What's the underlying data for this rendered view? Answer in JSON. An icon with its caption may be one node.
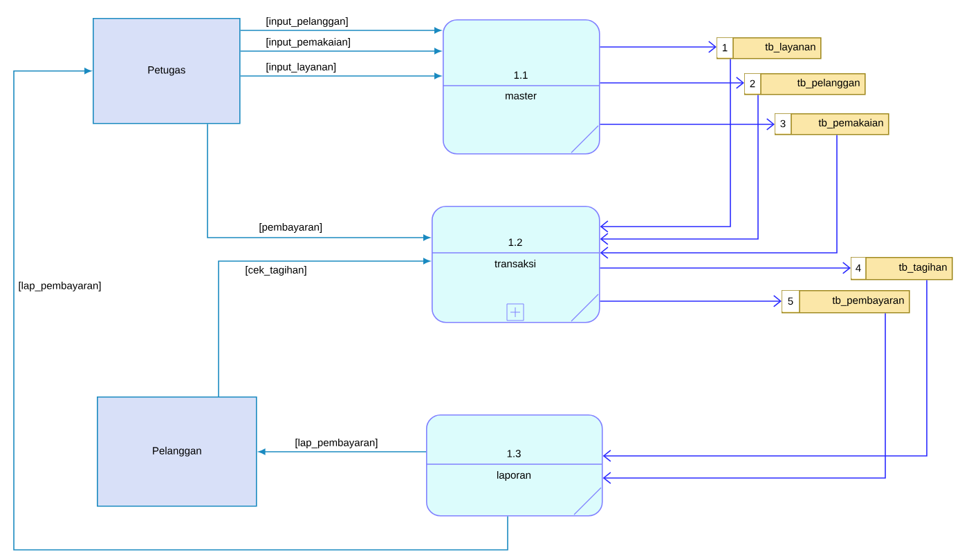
{
  "diagram": {
    "nodes": [
      {
        "text": [
          "Petugas"
        ]
      },
      {
        "text": [
          "1.1",
          "master"
        ]
      },
      {
        "text": [
          "1",
          "tb_layanan"
        ]
      },
      {
        "text": [
          "2",
          "tb_pelanggan"
        ]
      },
      {
        "text": [
          "3",
          "tb_pemakaian"
        ]
      },
      {
        "text": [
          "1.2",
          "transaksi"
        ]
      },
      {
        "text": [
          "4",
          "tb_tagihan"
        ]
      },
      {
        "text": [
          "5",
          "tb_pembayaran"
        ]
      },
      {
        "text": [
          "Pelanggan"
        ]
      },
      {
        "text": [
          "1.3",
          "laporan"
        ]
      }
    ],
    "edges": [
      {
        "from": 0,
        "to": 1,
        "arrow": "to",
        "label": "[input_pelanggan]",
        "color": "#1a8ac0"
      },
      {
        "from": 0,
        "to": 1,
        "arrow": "to",
        "label": "[input_pemakaian]",
        "color": "#1a8ac0"
      },
      {
        "from": 0,
        "to": 1,
        "arrow": "to",
        "label": "[input_layanan]",
        "color": "#1a8ac0"
      },
      {
        "from": 1,
        "to": 2,
        "arrow": "to"
      },
      {
        "from": 1,
        "to": 3,
        "arrow": "to"
      },
      {
        "from": 1,
        "to": 4,
        "arrow": "to"
      },
      {
        "from": 0,
        "to": 5,
        "arrow": "to",
        "label": "[pembayaran]",
        "color": "#1a8ac0"
      },
      {
        "from": 8,
        "to": 5,
        "arrow": "to",
        "label": "[cek_tagihan]",
        "color": "#1a8ac0"
      },
      {
        "from": 2,
        "to": 5,
        "arrow": "to"
      },
      {
        "from": 3,
        "to": 5,
        "arrow": "to"
      },
      {
        "from": 4,
        "to": 5,
        "arrow": "to"
      },
      {
        "from": 5,
        "to": 6,
        "arrow": "to"
      },
      {
        "from": 5,
        "to": 7,
        "arrow": "to"
      },
      {
        "from": 6,
        "to": 9,
        "arrow": "to"
      },
      {
        "from": 7,
        "to": 9,
        "arrow": "to"
      },
      {
        "from": 9,
        "to": 8,
        "arrow": "to",
        "label": "[lap_pembayaran]",
        "color": "#1a8ac0"
      },
      {
        "from": 9,
        "to": 0,
        "arrow": "to",
        "label": "[lap_pembayaran]",
        "color": "#1a8ac0"
      }
    ]
  }
}
